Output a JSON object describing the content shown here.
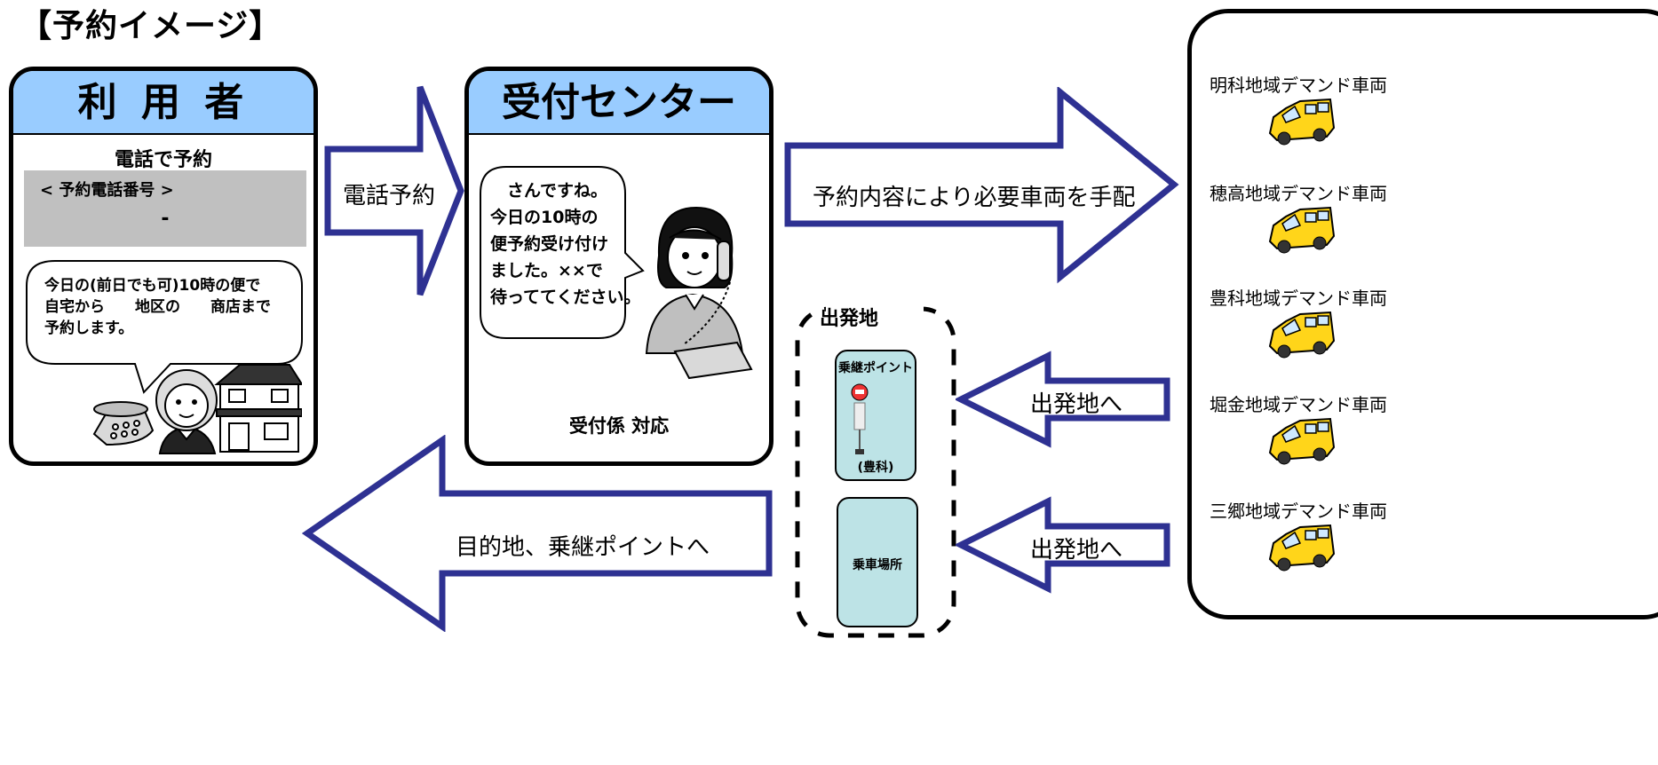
{
  "title": "【予約イメージ】",
  "user_panel": {
    "header": "利 用 者",
    "subtitle": "電話で予約",
    "phone_label": "< 予約電話番号 >",
    "phone_number": "-",
    "speech_lines": [
      "今日の(前日でも可)10時の便で",
      "自宅から　　地区の　　商店まで",
      "予約します。"
    ]
  },
  "center_panel": {
    "header": "受付センター",
    "speech_lines": [
      "　さんですね。",
      "今日の10時の",
      "便予約受け付け",
      "ました。××で",
      "待っててください。"
    ],
    "footer": "受付係 対応"
  },
  "arrows": {
    "phone_reservation": "電話予約",
    "dispatch": "予約内容により必要車両を手配",
    "to_departure_1": "出発地へ",
    "to_departure_2": "出発地へ",
    "to_destination": "目的地、乗継ポイントへ"
  },
  "departure": {
    "title": "出発地",
    "transfer_point": "乗継ポイント",
    "transfer_place": "(豊科)",
    "boarding_place": "乗車場所"
  },
  "vehicles": [
    "明科地域デマンド車両",
    "穂高地域デマンド車両",
    "豊科地域デマンド車両",
    "堀金地域デマンド車両",
    "三郷地域デマンド車両"
  ],
  "colors": {
    "arrow_stroke": "#2e3192",
    "panel_header": "#99ccff",
    "point_box": "#bde3e6",
    "vehicle_body": "#ffd51a"
  }
}
